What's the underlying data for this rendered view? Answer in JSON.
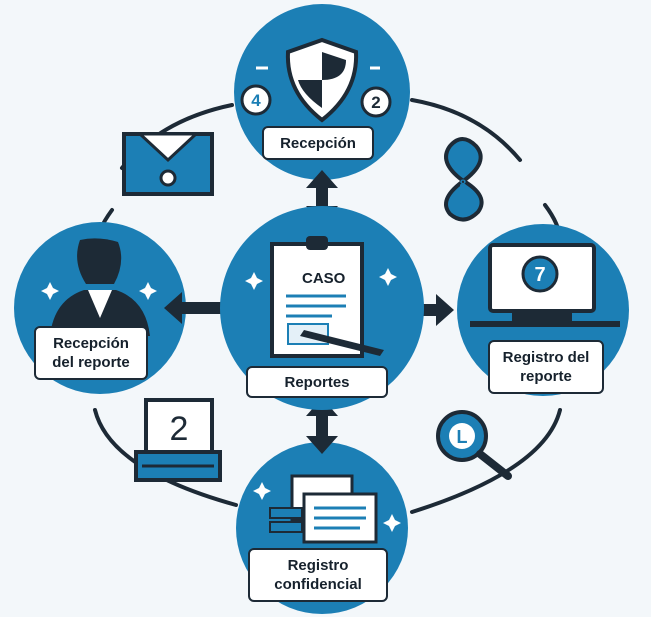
{
  "colors": {
    "accent": "#1c7fb5",
    "accent_dark": "#125e8c",
    "dark": "#1d2a36",
    "light_fill": "#e4f0f8",
    "background": "#f3f7fa"
  },
  "nodes": {
    "top": {
      "label": "Recepción",
      "icon": "shield-icon"
    },
    "left": {
      "label_line1": "Recepción",
      "label_line2": "del reporte",
      "icon": "person-icon"
    },
    "center": {
      "label": "Reportes",
      "document_title": "CASO",
      "icon": "clipboard-document-icon"
    },
    "right": {
      "label_line1": "Registro del",
      "label_line2": "reporte",
      "icon": "monitor-icon"
    },
    "bottom": {
      "label_line1": "Registro",
      "label_line2": "confidencial",
      "icon": "documents-stack-icon"
    }
  },
  "badges": {
    "shield_left": "4",
    "shield_right": "2",
    "monitor_screen": "7",
    "folder_card": "2",
    "magnifier": "L",
    "infinity": "8"
  },
  "decorations": [
    {
      "name": "envelope-icon"
    },
    {
      "name": "infinity-icon"
    },
    {
      "name": "folder-card-icon"
    },
    {
      "name": "magnifier-icon"
    }
  ]
}
